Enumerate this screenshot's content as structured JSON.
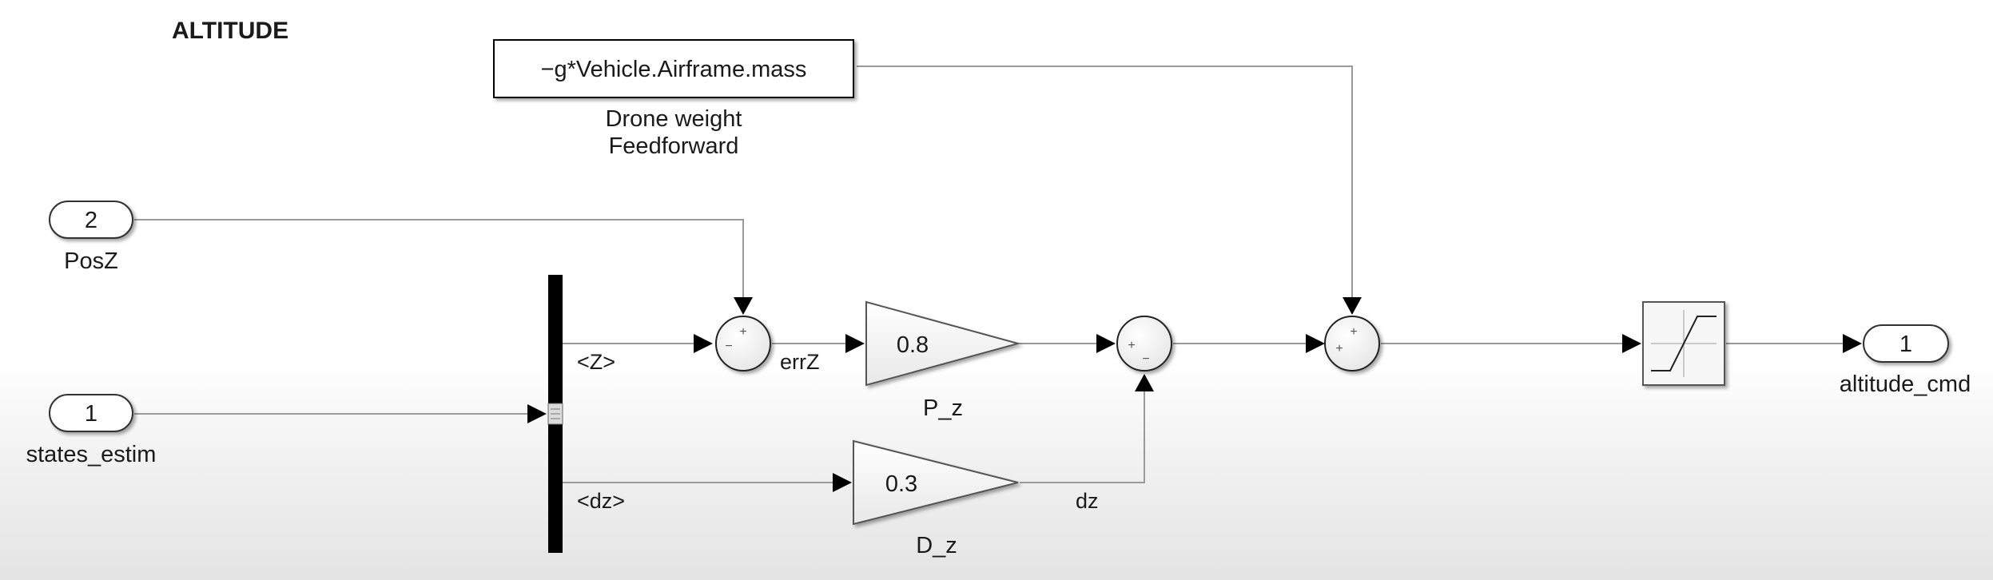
{
  "diagram": {
    "title": "ALTITUDE",
    "constant_block": {
      "value": "−g*Vehicle.Airframe.mass",
      "label_line1": "Drone weight",
      "label_line2": "Feedforward"
    },
    "inports": [
      {
        "number": "2",
        "name": "PosZ"
      },
      {
        "number": "1",
        "name": "states_estim"
      }
    ],
    "bus_selector": {
      "signals": [
        "<Z>",
        "<dz>"
      ]
    },
    "gains": [
      {
        "value": "0.8",
        "name": "P_z"
      },
      {
        "value": "0.3",
        "name": "D_z"
      }
    ],
    "signal_labels": {
      "error": "errZ",
      "derivative": "dz"
    },
    "sum_signs": {
      "plus": "+",
      "minus": "−"
    },
    "outport": {
      "number": "1",
      "name": "altitude_cmd"
    }
  }
}
